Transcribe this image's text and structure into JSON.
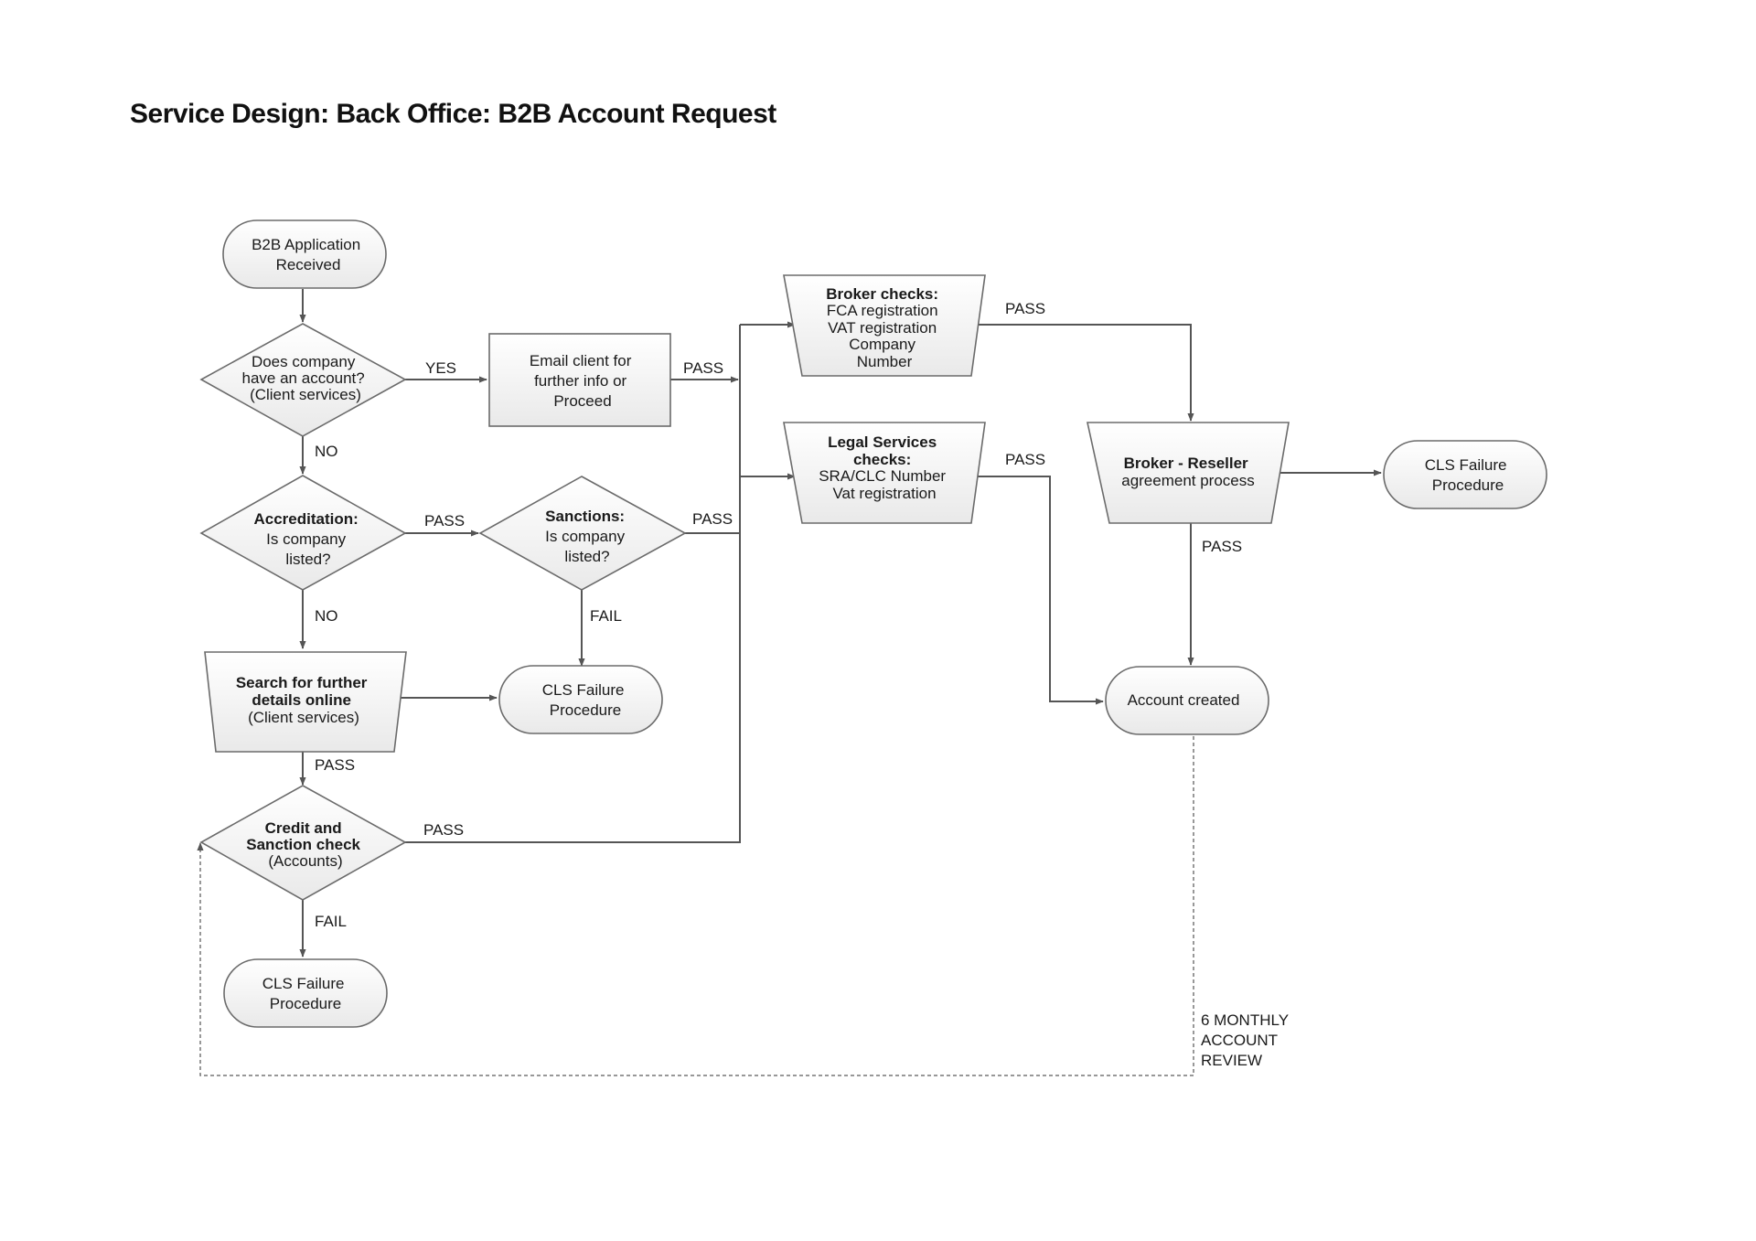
{
  "title": "Service Design: Back Office: B2B Account Request",
  "nodes": {
    "start": [
      "B2B Application",
      "Received"
    ],
    "has_account": [
      "Does company",
      "have an account?",
      "(Client services)"
    ],
    "email_client": [
      "Email client for",
      "further info or",
      "Proceed"
    ],
    "accreditation": {
      "bold": "Accreditation:",
      "lines": [
        "Is company",
        "listed?"
      ]
    },
    "sanctions": {
      "bold": "Sanctions:",
      "lines": [
        "Is company",
        "listed?"
      ]
    },
    "search_online": {
      "bold": [
        "Search for further",
        "details online"
      ],
      "lines": [
        "(Client services)"
      ]
    },
    "cls_failure_mid": [
      "CLS Failure",
      "Procedure"
    ],
    "credit_check": {
      "bold": [
        "Credit and",
        "Sanction check"
      ],
      "lines": [
        "(Accounts)"
      ]
    },
    "cls_failure_bottom": [
      "CLS Failure",
      "Procedure"
    ],
    "broker_checks": {
      "bold": "Broker checks:",
      "lines": [
        "FCA registration",
        "VAT registration",
        "Company",
        "Number"
      ]
    },
    "legal_checks": {
      "bold": [
        "Legal Services",
        "checks:"
      ],
      "lines": [
        "SRA/CLC Number",
        "Vat registration"
      ]
    },
    "broker_reseller": {
      "bold": "Broker - Reseller",
      "lines": [
        "agreement process"
      ]
    },
    "cls_failure_right": [
      "CLS Failure",
      "Procedure"
    ],
    "account_created": [
      "Account created"
    ]
  },
  "edge_labels": {
    "yes": "YES",
    "no_1": "NO",
    "no_2": "NO",
    "pass_email": "PASS",
    "pass_accreditation": "PASS",
    "pass_sanctions": "PASS",
    "fail_sanctions": "FAIL",
    "pass_search": "PASS",
    "pass_credit": "PASS",
    "fail_credit": "FAIL",
    "pass_broker": "PASS",
    "pass_legal": "PASS",
    "pass_reseller": "PASS",
    "review": [
      "6 MONTHLY",
      "ACCOUNT",
      "REVIEW"
    ]
  }
}
